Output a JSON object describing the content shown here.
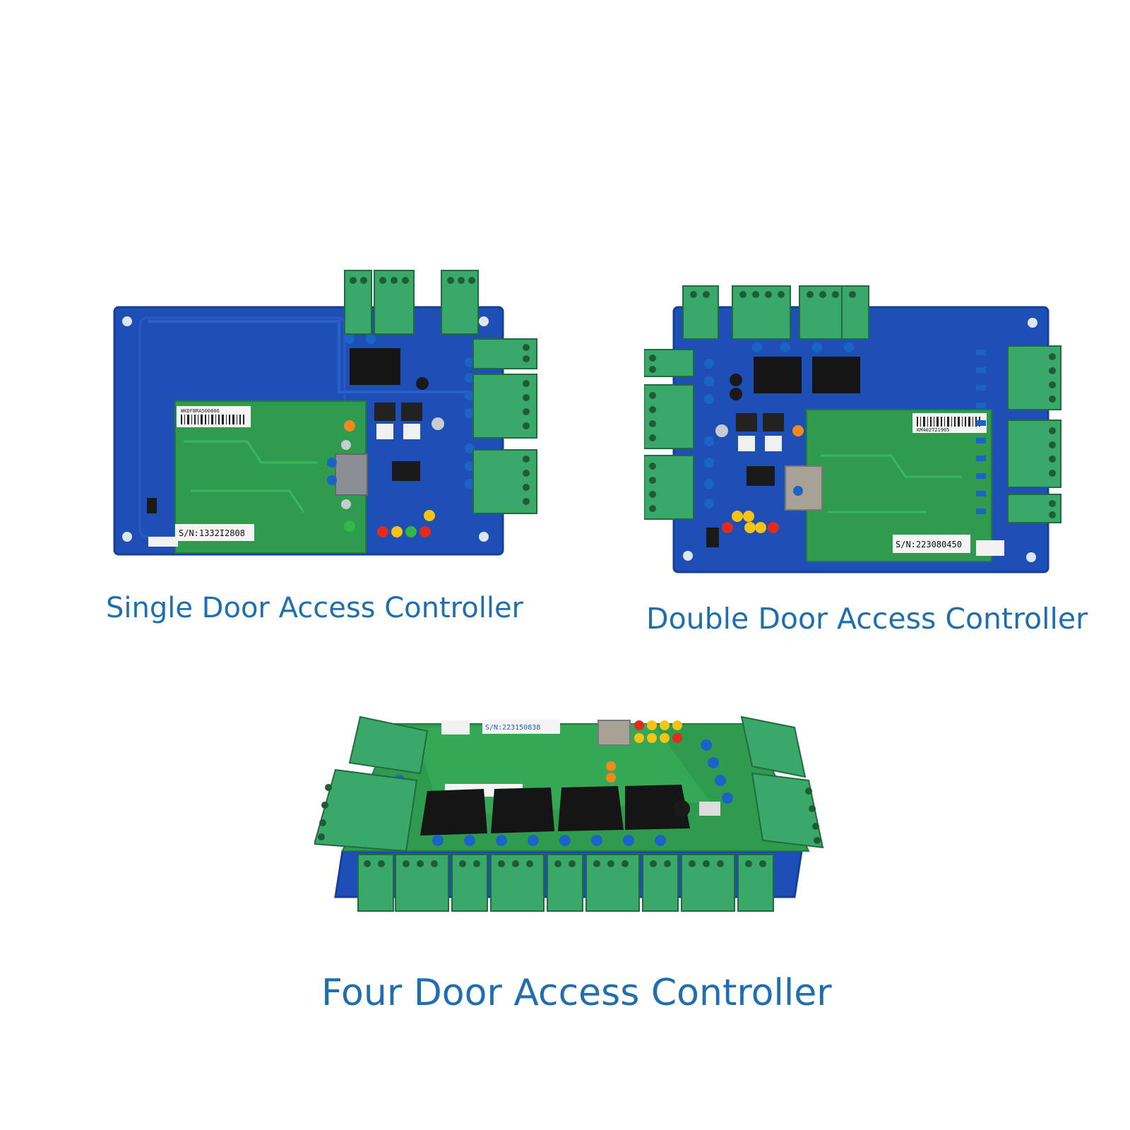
{
  "products": [
    {
      "caption": "Single Door Access Controller",
      "serial": "S/N:1332I2808",
      "barcode": "WKDFBRA500806"
    },
    {
      "caption": "Double Door Access Controller",
      "serial": "S/N:223080450",
      "barcode": "KM402T21905"
    },
    {
      "caption": "Four Door Access Controller",
      "serial": "S/N:223150838"
    }
  ],
  "colors": {
    "caption": "#1f6fb0",
    "blue_pcb": "#1f4fb8",
    "green_pcb": "#2e9a4e",
    "terminal": "#3aa868"
  }
}
